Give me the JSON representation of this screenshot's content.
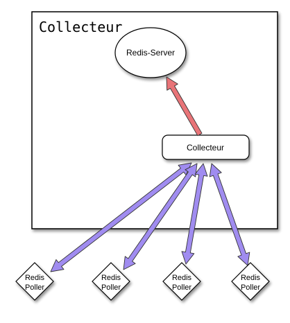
{
  "container": {
    "title": "Collecteur"
  },
  "nodes": {
    "redis_server": "Redis-Server",
    "collecteur": "Collecteur"
  },
  "pollers": [
    {
      "line1": "Redis",
      "line2": "Poller"
    },
    {
      "line1": "Redis",
      "line2": "Poller"
    },
    {
      "line1": "Redis",
      "line2": "Poller"
    },
    {
      "line1": "Redis",
      "line2": "Poller"
    }
  ],
  "colors": {
    "push_arrow": "#e87478",
    "poll_arrow": "#a08cf0",
    "border": "#000000"
  }
}
